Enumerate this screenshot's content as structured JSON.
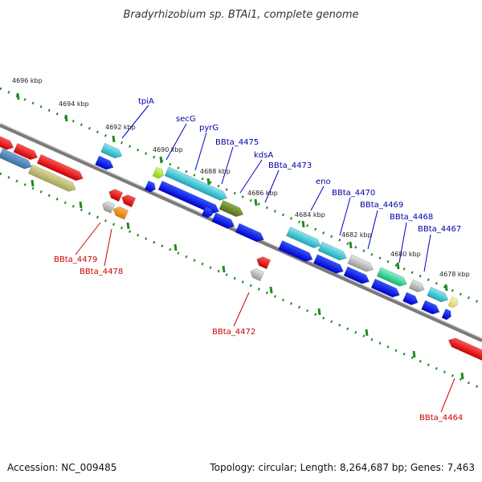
{
  "title": "Bradyrhizobium sp. BTAi1, complete genome",
  "footer": {
    "accession": "Accession: NC_009485",
    "topology": "Topology: circular; Length: 8,264,687 bp; Genes: 7,463"
  },
  "scale_labels": [
    "4696 kbp",
    "4694 kbp",
    "4692 kbp",
    "4690 kbp",
    "4688 kbp",
    "4686 kbp",
    "4684 kbp",
    "4682 kbp",
    "4680 kbp",
    "4678 kbp"
  ],
  "gene_labels_top": [
    "tpiA",
    "secG",
    "pyrG",
    "BBta_4475",
    "kdsA",
    "BBta_4473",
    "eno",
    "BBta_4470",
    "BBta_4469",
    "BBta_4468",
    "BBta_4467"
  ],
  "gene_labels_bottom": [
    "BBta_4479",
    "BBta_4478",
    "BBta_4472",
    "BBta_4464"
  ],
  "colors": {
    "top_label": "#0000aa",
    "bottom_label": "#cc0000",
    "backbone": "#808080",
    "scale_tick": "#228b22",
    "blue": "#0000ee",
    "cyan": "#22bbcc",
    "red": "#ee0000",
    "gray": "#a9a9a9",
    "olive": "#6b8e23",
    "orange": "#ff8c00",
    "steelblue": "#4a82b4",
    "khaki": "#bdb76b",
    "green": "#22cc88",
    "lime": "#99dd22",
    "lightyellow": "#f0e68c"
  }
}
